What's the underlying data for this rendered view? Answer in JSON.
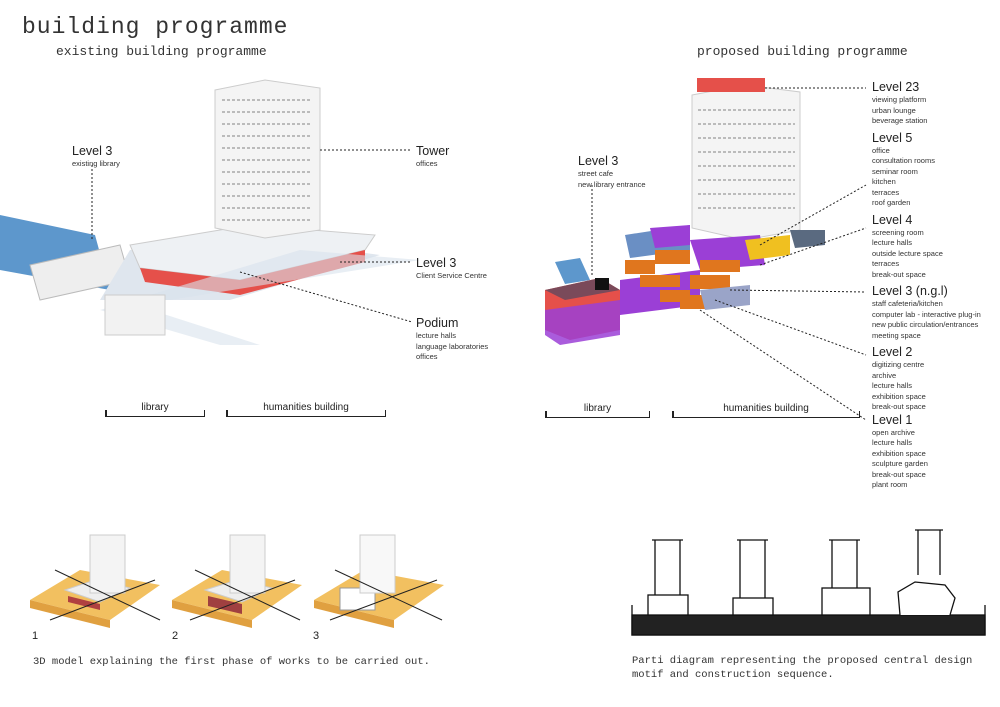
{
  "header": {
    "title": "building programme",
    "existing_subtitle": "existing building programme",
    "proposed_subtitle": "proposed building programme"
  },
  "existing": {
    "labels": [
      {
        "title": "Level 3",
        "items": [
          "existing library"
        ]
      },
      {
        "title": "Tower",
        "items": [
          "offices"
        ]
      },
      {
        "title": "Level 3",
        "items": [
          "Client Service Centre"
        ]
      },
      {
        "title": "Podium",
        "items": [
          "lecture halls",
          "language laboratories",
          "offices"
        ]
      }
    ],
    "brackets": [
      "library",
      "humanities building"
    ]
  },
  "proposed": {
    "street_label": {
      "title": "Level 3",
      "items": [
        "street cafe",
        "new library entrance"
      ]
    },
    "levels": [
      {
        "title": "Level 23",
        "items": [
          "viewing platform",
          "urban lounge",
          "beverage station"
        ]
      },
      {
        "title": "Level 5",
        "items": [
          "office",
          "consultation rooms",
          "seminar room",
          "kitchen",
          "terraces",
          "roof garden"
        ]
      },
      {
        "title": "Level 4",
        "items": [
          "screening room",
          "lecture halls",
          "outside lecture space",
          "terraces",
          "break-out space"
        ]
      },
      {
        "title": "Level 3 (n.g.l)",
        "items": [
          "staff cafeteria/kitchen",
          "computer lab - interactive plug-in",
          "new public circulation/entrances",
          "meeting space"
        ]
      },
      {
        "title": "Level 2",
        "items": [
          "digitizing centre",
          "archive",
          "lecture halls",
          "exhibition space",
          "break-out space"
        ]
      },
      {
        "title": "Level 1",
        "items": [
          "open archive",
          "lecture halls",
          "exhibition space",
          "sculpture garden",
          "break-out space",
          "plant room"
        ]
      }
    ],
    "brackets": [
      "library",
      "humanities building"
    ]
  },
  "phases": {
    "numbers": [
      "1",
      "2",
      "3"
    ],
    "caption": "3D model explaining the first phase of works to be carried out."
  },
  "parti": {
    "caption_line1": "Parti diagram representing the proposed central design",
    "caption_line2": "motif and construction sequence."
  },
  "colors": {
    "red": "#e5504a",
    "purple": "#9b3fd6",
    "orange": "#e0761e",
    "yellow": "#f0c020",
    "blue": "#6a8fc4",
    "sand": "#f2c060"
  }
}
